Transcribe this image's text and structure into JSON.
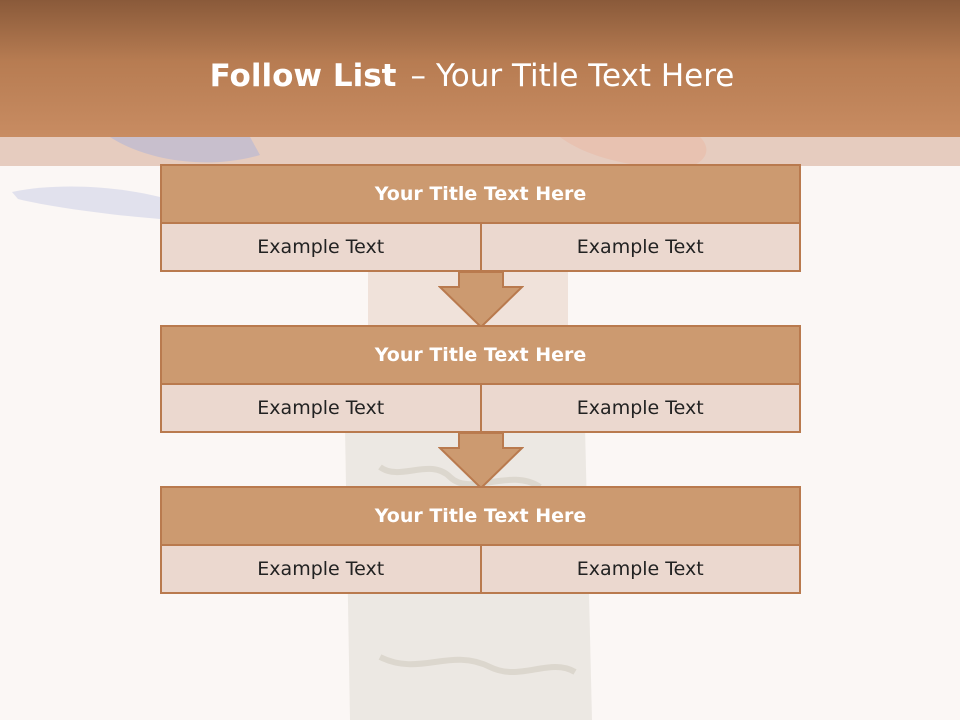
{
  "header": {
    "title_strong": "Follow List",
    "title_separator": "–",
    "title_rest": "Your Title Text Here"
  },
  "stages": [
    {
      "title": "Your Title Text Here",
      "cells": [
        "Example Text",
        "Example Text"
      ]
    },
    {
      "title": "Your Title Text Here",
      "cells": [
        "Example Text",
        "Example Text"
      ]
    },
    {
      "title": "Your Title Text Here",
      "cells": [
        "Example Text",
        "Example Text"
      ]
    }
  ],
  "colors": {
    "header": "#b77c52",
    "stage_title": "#cc9a70",
    "stage_cell": "#ebd8cf",
    "border": "#b97a4e"
  }
}
